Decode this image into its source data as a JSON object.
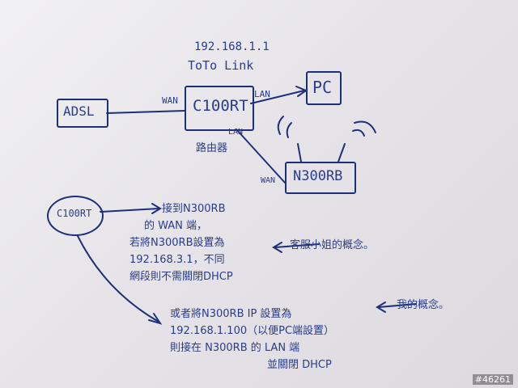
{
  "diagram": {
    "router_ip": "192.168.1.1",
    "router_brand": "ToTo Link",
    "nodes": {
      "adsl": "ADSL",
      "c100rt": "C100RT",
      "pc": "PC",
      "n300rb": "N300RB"
    },
    "port_labels": {
      "wan_adsl_c100": "WAN",
      "lan_c100_pc": "LAN",
      "lan_c100_n300": "LAN",
      "wan_n300": "WAN"
    },
    "router_caption": "路由器"
  },
  "notes": {
    "bubble": "C100RT",
    "note1_lines": [
      "接到N300RB",
      "的 WAN 端，",
      "若將N300RB設置為",
      "192.168.3.1，不同",
      "網段則不需關閉DHCP"
    ],
    "note1_label": "客服小姐的概念。",
    "note2_lines": [
      "或者將N300RB IP 設置為",
      "192.168.1.100（以便PC端設置）",
      "則接在 N300RB 的 LAN 端",
      "並關閉 DHCP"
    ],
    "note2_label": "我的概念。"
  },
  "watermark": "#46261",
  "colors": {
    "ink": "#2a3c8c",
    "paper": "#ecebee"
  }
}
